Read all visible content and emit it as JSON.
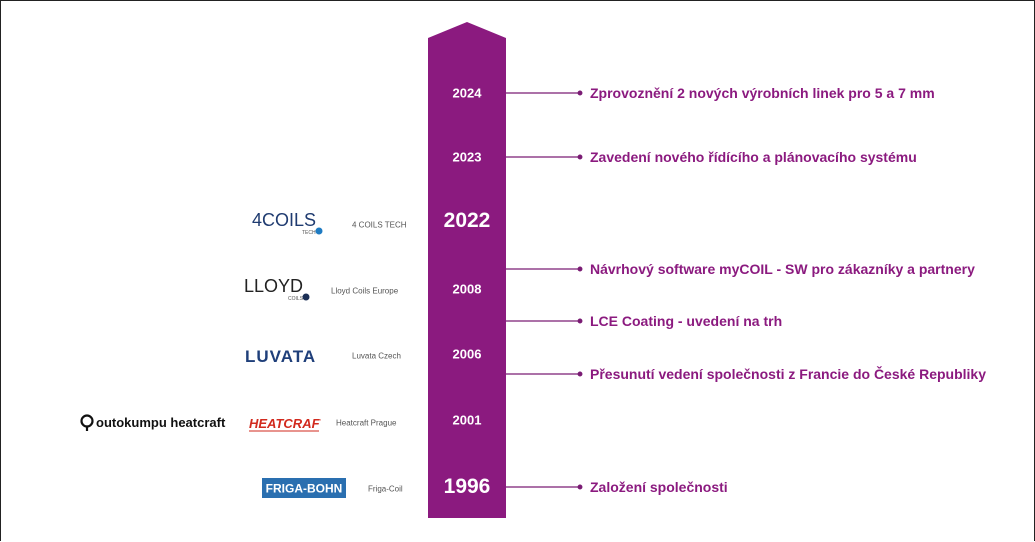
{
  "colors": {
    "accent": "#8b1a7f",
    "text_accent": "#8b1a7f",
    "connector": "#7a1c74"
  },
  "timeline": {
    "years": [
      {
        "label": "2024",
        "size": "small"
      },
      {
        "label": "2023",
        "size": "small"
      },
      {
        "label": "2022",
        "size": "big"
      },
      {
        "label": "2008",
        "size": "small"
      },
      {
        "label": "2006",
        "size": "small"
      },
      {
        "label": "2001",
        "size": "small"
      },
      {
        "label": "1996",
        "size": "big"
      }
    ],
    "events": [
      {
        "text": "Zprovoznění 2 nových výrobních linek pro 5 a 7 mm"
      },
      {
        "text": "Zavedení nového řídícího a plánovacího systému"
      },
      {
        "text": "Návrhový software myCOIL - SW pro zákazníky a partnery"
      },
      {
        "text": "LCE Coating - uvedení na trh"
      },
      {
        "text": "Přesunutí vedení společnosti z Francie do České Republiky"
      },
      {
        "text": "Založení společnosti"
      }
    ],
    "companies": [
      {
        "name": "4 COILS TECH"
      },
      {
        "name": "Lloyd Coils Europe"
      },
      {
        "name": "Luvata Czech"
      },
      {
        "name": "Heatcraft Prague"
      },
      {
        "name": "Friga-Coil"
      }
    ],
    "logos": [
      {
        "text": "4COILS",
        "sub": "TECH",
        "icon": "4coils-logo"
      },
      {
        "text": "LLOYD",
        "sub": "COILS",
        "icon": "lloyd-logo"
      },
      {
        "text": "LUVATA",
        "icon": "luvata-logo"
      },
      {
        "text": "outokumpu heatcraft",
        "icon": "outokumpu-logo"
      },
      {
        "text": "HEATCRAFT",
        "icon": "heatcraft-logo"
      },
      {
        "text": "FRIGA-BOHN",
        "icon": "friga-bohn-logo"
      }
    ]
  }
}
